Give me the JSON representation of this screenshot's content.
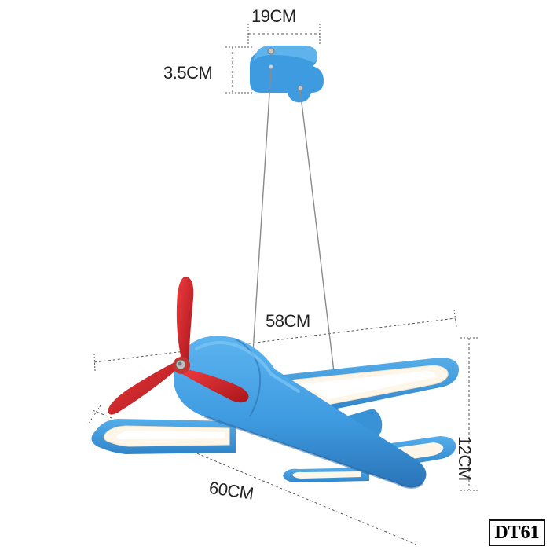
{
  "product_code": "DT61",
  "dimensions": {
    "canopy_width": "19CM",
    "canopy_height": "3.5CM",
    "wingspan": "58CM",
    "body_length": "60CM",
    "height": "12CM"
  },
  "colors": {
    "body_blue": "#3f9be0",
    "body_blue_dark": "#2a74b8",
    "propeller_red": "#d8262b",
    "propeller_dark": "#a8161a",
    "led_white": "#fff6ea",
    "dimension_line": "#555555",
    "wire": "#8a8a8a"
  }
}
